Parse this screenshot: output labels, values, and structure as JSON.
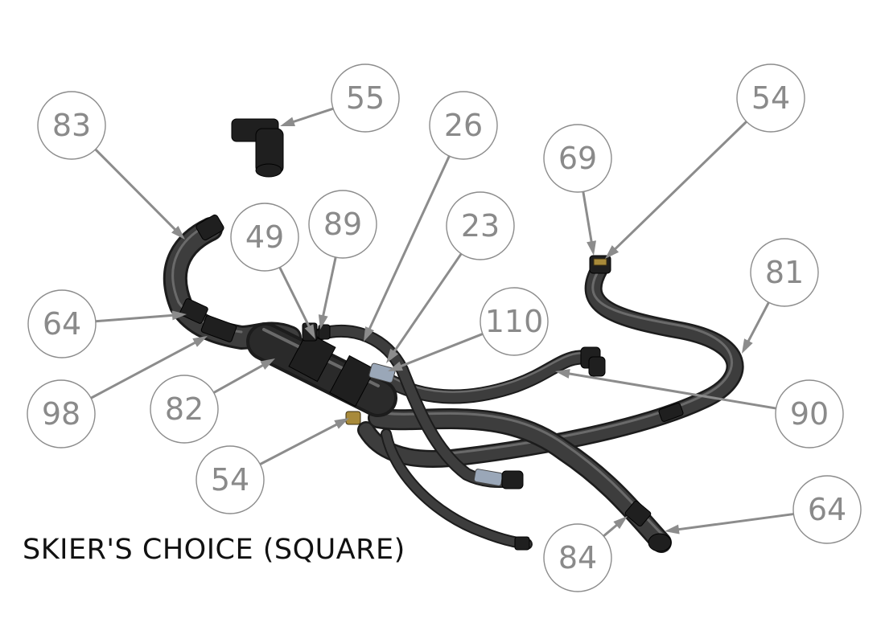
{
  "title": "SKIER'S CHOICE (SQUARE)",
  "colors": {
    "hose": "#3d3d3d",
    "callout_stroke": "#8c8c8c",
    "callout_text": "#8a8a8a",
    "background": "#ffffff"
  },
  "callouts": [
    {
      "id": "c-83",
      "label": "83"
    },
    {
      "id": "c-55",
      "label": "55"
    },
    {
      "id": "c-26",
      "label": "26"
    },
    {
      "id": "c-54-top",
      "label": "54"
    },
    {
      "id": "c-69",
      "label": "69"
    },
    {
      "id": "c-49",
      "label": "49"
    },
    {
      "id": "c-89",
      "label": "89"
    },
    {
      "id": "c-23",
      "label": "23"
    },
    {
      "id": "c-81",
      "label": "81"
    },
    {
      "id": "c-110",
      "label": "110"
    },
    {
      "id": "c-64-left",
      "label": "64"
    },
    {
      "id": "c-98",
      "label": "98"
    },
    {
      "id": "c-82",
      "label": "82"
    },
    {
      "id": "c-90",
      "label": "90"
    },
    {
      "id": "c-54-bottom",
      "label": "54"
    },
    {
      "id": "c-64-right",
      "label": "64"
    },
    {
      "id": "c-84",
      "label": "84"
    }
  ]
}
